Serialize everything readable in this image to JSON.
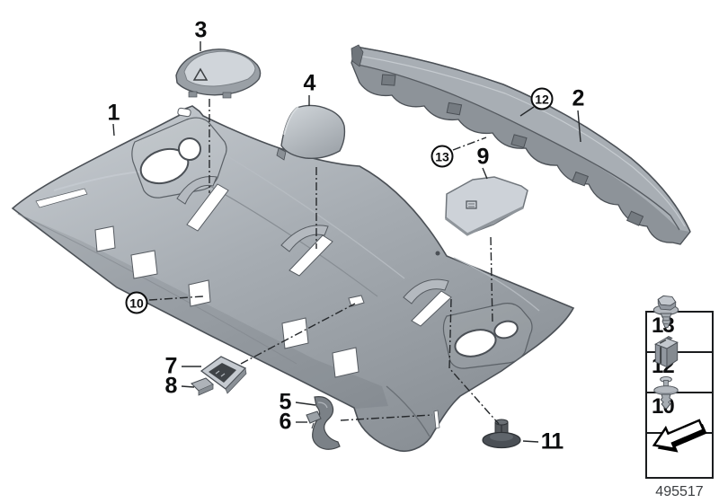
{
  "figure": {
    "drawing_number": "495517"
  },
  "callouts": {
    "c1": {
      "label": "1",
      "circled": false
    },
    "c2": {
      "label": "2",
      "circled": false
    },
    "c3": {
      "label": "3",
      "circled": false
    },
    "c4": {
      "label": "4",
      "circled": false
    },
    "c5": {
      "label": "5",
      "circled": false
    },
    "c6": {
      "label": "6",
      "circled": false
    },
    "c7": {
      "label": "7",
      "circled": false
    },
    "c8": {
      "label": "8",
      "circled": false
    },
    "c9": {
      "label": "9",
      "circled": false
    },
    "c10": {
      "label": "10",
      "circled": true
    },
    "c11": {
      "label": "11",
      "circled": false
    },
    "c12": {
      "label": "12",
      "circled": true
    },
    "c13": {
      "label": "13",
      "circled": true
    }
  },
  "legend": {
    "rows": [
      {
        "label": "13",
        "icon": "hex-head-screw-icon"
      },
      {
        "label": "12",
        "icon": "expansion-nut-icon"
      },
      {
        "label": "10",
        "icon": "expansion-rivet-icon"
      },
      {
        "label": "",
        "icon": "continuation-arrow-icon"
      }
    ]
  },
  "colors": {
    "background": "#ffffff",
    "outline": "#4b5056",
    "part_light": "#c9ced3",
    "part_mid": "#9aa0a6",
    "part_dark": "#787e84",
    "callout_text": "#0c0d0e"
  }
}
